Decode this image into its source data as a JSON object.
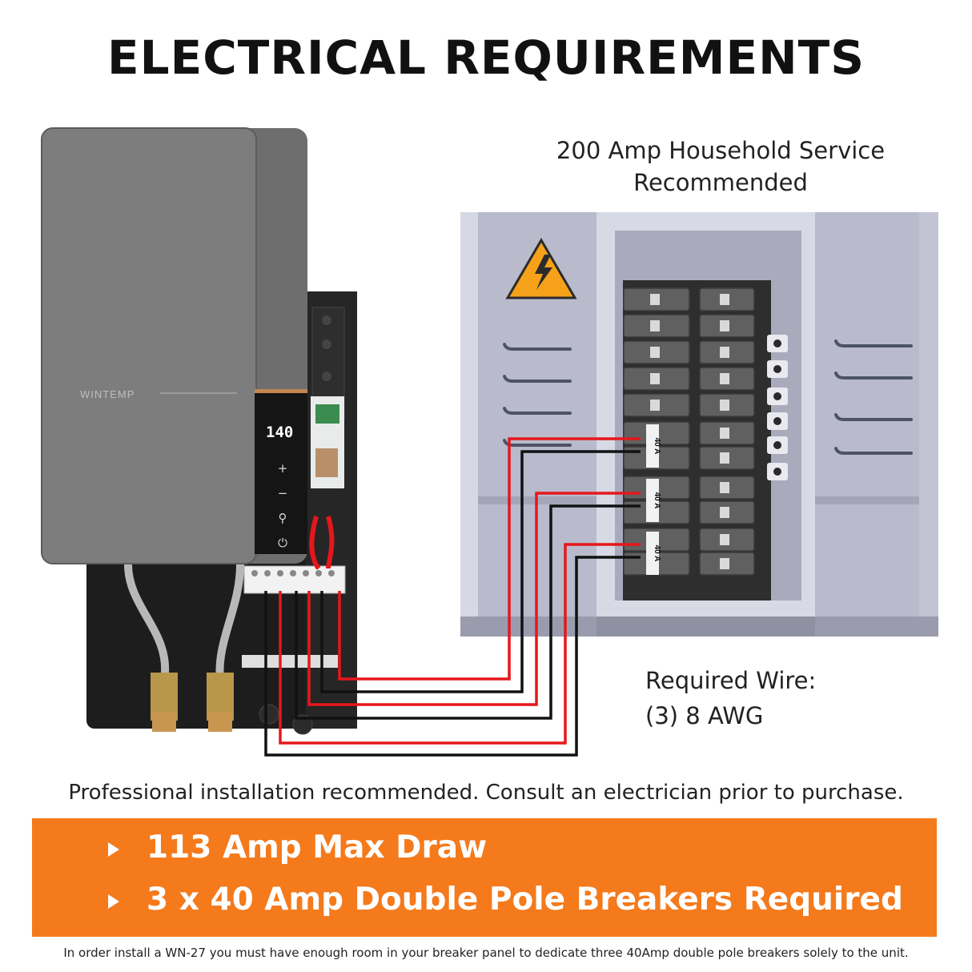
{
  "title": "ELECTRICAL REQUIREMENTS",
  "service": {
    "line1": "200 Amp Household Service",
    "line2": "Recommended"
  },
  "heater": {
    "brand": "WINTEMP",
    "display": "140",
    "controls": [
      "+",
      "−",
      "⚲",
      "⏻"
    ]
  },
  "breakers": {
    "label": "40 A",
    "count": 3
  },
  "wire": {
    "heading": "Required Wire:",
    "spec": "(3) 8 AWG"
  },
  "professional_note": "Professional installation recommended. Consult an electrician prior to purchase.",
  "bullets": [
    "113 Amp Max Draw",
    "3 x 40 Amp Double Pole Breakers Required"
  ],
  "footer": "In order install a WN-27 you must have enough room in your breaker panel to dedicate three 40Amp double pole breakers solely to the unit.",
  "colors": {
    "accent": "#f47a1c",
    "wire_red": "#e5171c",
    "wire_black": "#111111",
    "panel": "#b9bbcc",
    "heater": "#7d7d7d",
    "warning": "#f5a21a"
  }
}
